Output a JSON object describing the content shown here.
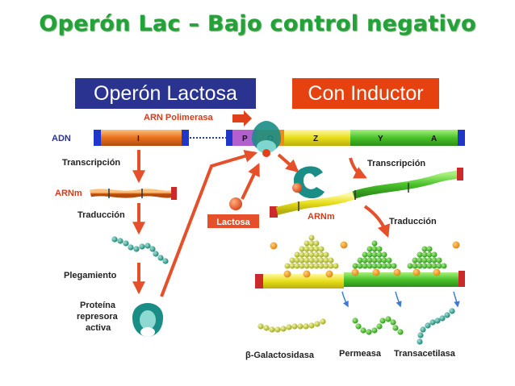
{
  "title": "Operón Lac – Bajo control negativo",
  "banners": {
    "left": "Operón Lactosa",
    "right": "Con Inductor"
  },
  "labels": {
    "arn_polimerasa": "ARN Polimerasa",
    "adn": "ADN",
    "seg_i": "I",
    "seg_p": "P",
    "seg_o": "O",
    "seg_z": "Z",
    "seg_y": "Y",
    "seg_a": "A",
    "transcripcion_left": "Transcripción",
    "arnm_left": "ARNm",
    "traduccion_left": "Traducción",
    "plegamiento": "Plegamiento",
    "proteina_1": "Proteína",
    "proteina_2": "represora",
    "proteina_3": "activa",
    "lactosa": "Lactosa",
    "transcripcion_right": "Transcripción",
    "arnm_right": "ARNm",
    "traduccion_right": "Traducción",
    "galactosidasa": "β-Galactosidasa",
    "permeasa": "Permeasa",
    "transacetilasa": "Transacetilasa"
  },
  "colors": {
    "title": "#23a23a",
    "arrow": "#e5502a",
    "banner_left": "#2b3390",
    "banner_right": "#e6420f",
    "gene_i": "#e0741c",
    "gene_p": "#b25fd0",
    "gene_o": "#f08a18",
    "gene_z": "#e7e11e",
    "gene_y": "#5fcf31",
    "gene_a": "#5fcf31",
    "dna_cap": "#1f36c9",
    "repressor": "#1a8d86"
  }
}
